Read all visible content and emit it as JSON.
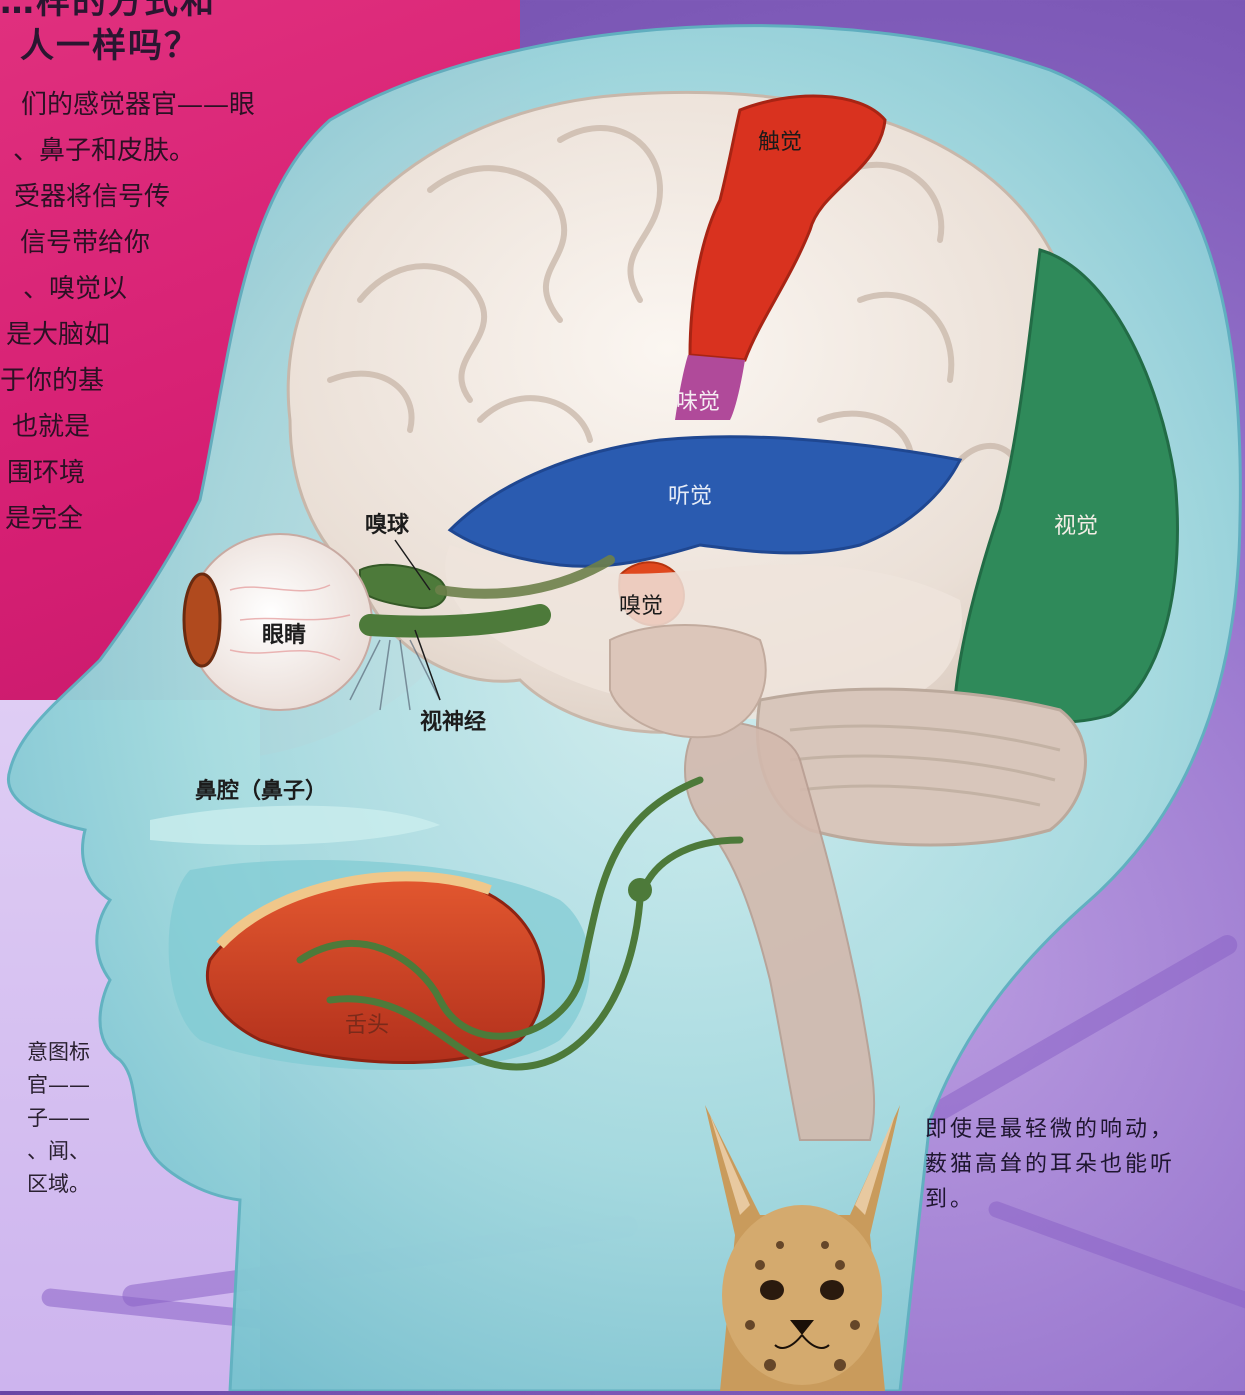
{
  "page": {
    "title_lines": [
      "…样的方式和",
      "人一样吗？"
    ],
    "intro_lines": [
      "们的感觉器官——眼",
      "、鼻子和皮肤。",
      "受器将信号传",
      "信号带给你",
      "、嗅觉以",
      "是大脑如",
      "于你的基",
      "也就是",
      "围环境",
      "是完全"
    ],
    "caption_left_lines": [
      "意图标",
      "官——",
      "子——",
      "、闻、",
      "区域。"
    ],
    "caption_right": "即使是最轻微的响动，薮猫高耸的耳朵也能听到。"
  },
  "diagram": {
    "labels": {
      "touch": "触觉",
      "taste": "味觉",
      "hearing": "听觉",
      "vision": "视觉",
      "smell": "嗅觉",
      "olfactory_bulb": "嗅球",
      "eye": "眼睛",
      "optic_nerve": "视神经",
      "nasal_cavity": "鼻腔（鼻子）",
      "tongue": "舌头"
    },
    "colors": {
      "touch": "#d9321f",
      "taste": "#b04a9a",
      "hearing": "#2a5bb0",
      "vision": "#2f8a5a",
      "smell": "#e0481e",
      "nerve": "#4d7a3a",
      "brain": "#f1e8e0",
      "head": "#9fdcdf"
    }
  }
}
